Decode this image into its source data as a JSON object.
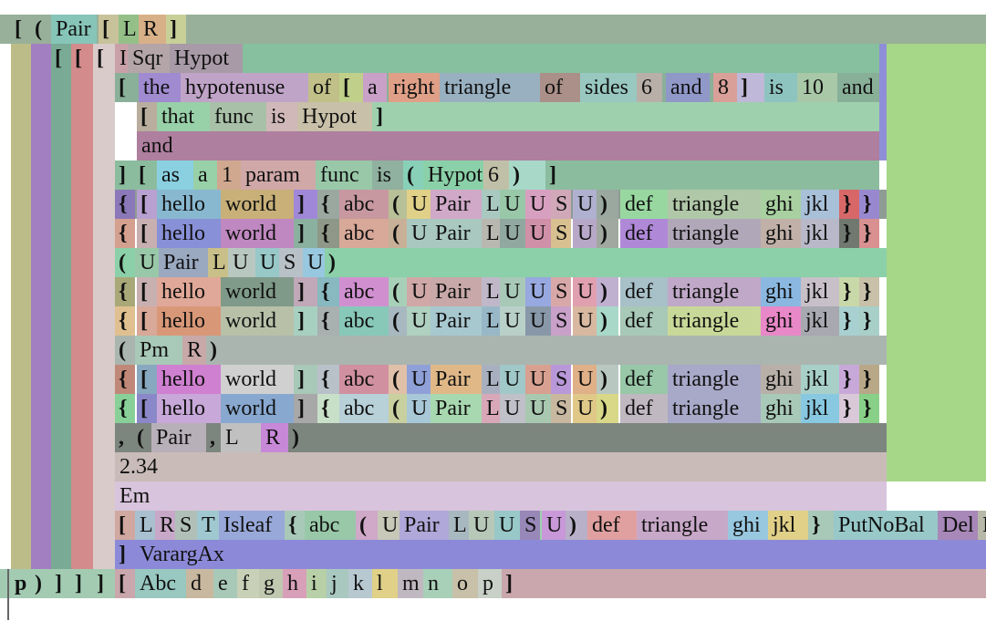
{
  "palette": [
    "#8fbc8f",
    "#c8a4a4",
    "#9fd3a8",
    "#a39ed6",
    "#c6b0a6",
    "#86c5c0",
    "#cfa6cf",
    "#b8cf88",
    "#e0b088",
    "#94b2e0",
    "#d49494",
    "#a9d6b0",
    "#b0b0b0",
    "#98c8e8",
    "#d6c08a",
    "#a8e0c8",
    "#c8c8a0",
    "#9a88c8",
    "#cf9acf",
    "#88b8a0"
  ],
  "blocks": [
    {
      "c": "#98b09a"
    },
    {
      "c": "#bcbc88"
    },
    {
      "c": "#a27fc0"
    },
    {
      "c": "#79aa96"
    },
    {
      "c": "#d48b8b"
    },
    {
      "c": "#d9cbca"
    },
    {
      "c": "#a6d688"
    },
    {
      "c": "#86c09e"
    },
    {
      "c": "#8f8fd8"
    },
    {
      "c": "#8ab09a"
    },
    {
      "c": "#9fd0ae"
    },
    {
      "c": "#b9ae9e"
    },
    {
      "c": "#ae7f9e"
    },
    {
      "c": "#8bbc9e"
    },
    {
      "c": "#8f9c94"
    },
    {
      "c": "#8bd0a8"
    },
    {
      "c": "#abb5b0"
    },
    {
      "c": "#7d857f"
    },
    {
      "c": "#c9bcb8"
    },
    {
      "c": "#d8c4dc"
    },
    {
      "c": "#9ed0ae"
    },
    {
      "c": "#8c8ad8"
    },
    {
      "c": "#a3cbb2"
    },
    {
      "c": "#caa7ad"
    }
  ],
  "tokens": [
    {
      "t": "[",
      "b": 1
    },
    {
      "t": "(",
      "b": 1
    },
    {
      "t": "Pair",
      "c": "#86c5b8"
    },
    {
      "t": "[",
      "b": 1,
      "c": "#c8c29a"
    },
    {
      "t": "L",
      "c": "#94c088"
    },
    {
      "t": "R",
      "c": "#d8b088"
    },
    {
      "t": "]",
      "b": 1,
      "c": "#c8d098"
    },
    {
      "t": "[",
      "b": 1
    },
    {
      "t": "[",
      "b": 1
    },
    {
      "t": "[",
      "b": 1
    },
    {
      "t": "I",
      "c": "#c9a0a8"
    },
    {
      "t": "Sqr",
      "c": "#b4a6a8"
    },
    {
      "t": "Hypot",
      "c": "#a89aa6"
    },
    {
      "t": "[",
      "b": 1
    },
    {
      "t": "the",
      "c": "#a08ad0"
    },
    {
      "t": "hypotenuse",
      "c": "#c0a4c8"
    },
    {
      "t": "of",
      "c": "#c0c088"
    },
    {
      "t": "[",
      "b": 1,
      "c": "#c0d08a"
    },
    {
      "t": "a",
      "c": "#c8a0c8"
    },
    {
      "t": "right",
      "c": "#e0a088"
    },
    {
      "t": "triangle",
      "c": "#98b0c0"
    },
    {
      "t": "of",
      "c": "#aa9088"
    },
    {
      "t": "sides",
      "c": "#98c8c0"
    },
    {
      "t": "6",
      "c": "#b8b0a8"
    },
    {
      "t": "and",
      "c": "#9098c8"
    },
    {
      "t": "8",
      "c": "#d8a098"
    },
    {
      "t": "]",
      "b": 1,
      "c": "#c0b8d8"
    },
    {
      "t": "is",
      "c": "#8ec4c0"
    },
    {
      "t": "10",
      "c": "#a8c8a8"
    },
    {
      "t": "and",
      "c": "#88b098"
    },
    {
      "t": "[",
      "b": 1
    },
    {
      "t": "that",
      "c": "#98d0a8"
    },
    {
      "t": "func",
      "c": "#a8c0a8"
    },
    {
      "t": "is",
      "c": "#d0b8b8"
    },
    {
      "t": "Hypot",
      "c": "#c8c0a8"
    },
    {
      "t": "]",
      "b": 1
    },
    {
      "t": "and"
    },
    {
      "t": "]",
      "b": 1
    },
    {
      "t": "[",
      "b": 1
    },
    {
      "t": "as",
      "c": "#8ad0e0"
    },
    {
      "t": "a",
      "c": "#98d0a8"
    },
    {
      "t": "1",
      "c": "#d0a890"
    },
    {
      "t": "param",
      "c": "#d0a8a8"
    },
    {
      "t": "func",
      "c": "#98c8a8"
    },
    {
      "t": "is",
      "c": "#90b0a0"
    },
    {
      "t": "(",
      "b": 1,
      "c": "#88d0b8"
    },
    {
      "t": "Hypot",
      "c": "#8ad0a8"
    },
    {
      "t": "6",
      "c": "#c0c0a8"
    },
    {
      "t": ")",
      "b": 1,
      "c": "#a8d8c8"
    },
    {
      "t": "]",
      "b": 1
    },
    {
      "t": "{",
      "b": 1,
      "c": "#8a78b8"
    },
    {
      "t": "[",
      "b": 1,
      "c": "#b8a0d0"
    },
    {
      "t": "hello",
      "c": "#88b8d0"
    },
    {
      "t": "world",
      "c": "#c8b078"
    },
    {
      "t": "]",
      "b": 1,
      "c": "#a088d8"
    },
    {
      "t": "{",
      "b": 1,
      "c": "#9aa8a0"
    },
    {
      "t": "abc",
      "c": "#c898a0"
    },
    {
      "t": "(",
      "b": 1,
      "c": "#b8c098"
    },
    {
      "t": "U",
      "c": "#e0d088"
    },
    {
      "t": "Pair",
      "c": "#d0a8c8"
    },
    {
      "t": "L",
      "c": "#a8c8c0"
    },
    {
      "t": "U",
      "c": "#98c8a8"
    },
    {
      "t": "U",
      "c": "#d8a0c0"
    },
    {
      "t": "S",
      "c": "#d0a8b8"
    },
    {
      "t": "U",
      "c": "#b0b0d0"
    },
    {
      "t": ")",
      "b": 1,
      "c": "#9aa8a0"
    },
    {
      "t": "def",
      "c": "#98d8a0"
    },
    {
      "t": "triangle",
      "c": "#b0c8a8"
    },
    {
      "t": "ghi",
      "c": "#a8d0a0"
    },
    {
      "t": "jkl",
      "c": "#a8c0d8"
    },
    {
      "t": "}",
      "b": 1,
      "c": "#d86868"
    },
    {
      "t": "}",
      "b": 1,
      "c": "#9888d0"
    },
    {
      "t": "{",
      "b": 1,
      "c": "#d4a090"
    },
    {
      "t": "[",
      "b": 1,
      "c": "#c8b0b0"
    },
    {
      "t": "hello",
      "c": "#8890d8"
    },
    {
      "t": "world",
      "c": "#c088c0"
    },
    {
      "t": "]",
      "b": 1,
      "c": "#8ab0a0"
    },
    {
      "t": "{",
      "b": 1,
      "c": "#8f9888"
    },
    {
      "t": "abc",
      "c": "#d8a898"
    },
    {
      "t": "(",
      "b": 1,
      "c": "#c8b098"
    },
    {
      "t": "U",
      "c": "#a8c8c0"
    },
    {
      "t": "Pair",
      "c": "#a8c8c0"
    },
    {
      "t": "L",
      "c": "#b8b8b0"
    },
    {
      "t": "U",
      "c": "#90a8a0"
    },
    {
      "t": "U",
      "c": "#d090a8"
    },
    {
      "t": "S",
      "c": "#d8c090"
    },
    {
      "t": "U",
      "c": "#b8a8c8"
    },
    {
      "t": ")",
      "b": 1,
      "c": "#a0a8a0"
    },
    {
      "t": "def",
      "c": "#b088d8"
    },
    {
      "t": "triangle",
      "c": "#b0a8b8"
    },
    {
      "t": "ghi",
      "c": "#c0b0a8"
    },
    {
      "t": "jkl",
      "c": "#b8b8c8"
    },
    {
      "t": "}",
      "b": 1,
      "c": "#707870"
    },
    {
      "t": "}",
      "b": 1,
      "c": "#d89090"
    },
    {
      "t": "(",
      "b": 1
    },
    {
      "t": "U",
      "c": "#98c8a8"
    },
    {
      "t": "Pair",
      "c": "#9aa8c0"
    },
    {
      "t": "L",
      "c": "#c8c088"
    },
    {
      "t": "U",
      "c": "#b8c8c0"
    },
    {
      "t": "U",
      "c": "#98c8c8"
    },
    {
      "t": "S",
      "c": "#b8c0c8"
    },
    {
      "t": "U",
      "c": "#98c8e0"
    },
    {
      "t": ")",
      "b": 1
    },
    {
      "t": "{",
      "b": 1,
      "c": "#a8a878"
    },
    {
      "t": "[",
      "b": 1,
      "c": "#c8b0b0"
    },
    {
      "t": "hello",
      "c": "#e0a898"
    },
    {
      "t": "world",
      "c": "#7f9a88"
    },
    {
      "t": "]",
      "b": 1,
      "c": "#c0a8b8"
    },
    {
      "t": "{",
      "b": 1,
      "c": "#88b8c0"
    },
    {
      "t": "abc",
      "c": "#d090d0"
    },
    {
      "t": "(",
      "b": 1,
      "c": "#a8d0b8"
    },
    {
      "t": "U",
      "c": "#d0a8a8"
    },
    {
      "t": "Pair",
      "c": "#c8a8a8"
    },
    {
      "t": "L",
      "c": "#c0b8c8"
    },
    {
      "t": "U",
      "c": "#a8c8b8"
    },
    {
      "t": "U",
      "c": "#98a8e0"
    },
    {
      "t": "S",
      "c": "#d8a8a8"
    },
    {
      "t": "U",
      "c": "#e0a0b0"
    },
    {
      "t": ")",
      "b": 1,
      "c": "#c0b0d0"
    },
    {
      "t": "def",
      "c": "#a8c0c8"
    },
    {
      "t": "triangle",
      "c": "#c0a8c8"
    },
    {
      "t": "ghi",
      "c": "#8ab8e0"
    },
    {
      "t": "jkl",
      "c": "#c8c0c8"
    },
    {
      "t": "}",
      "b": 1,
      "c": "#c8d8a8"
    },
    {
      "t": "}",
      "b": 1,
      "c": "#c8c0a8"
    },
    {
      "t": "{",
      "b": 1,
      "c": "#e0c090"
    },
    {
      "t": "[",
      "b": 1,
      "c": "#d8a898"
    },
    {
      "t": "hello",
      "c": "#d89878"
    },
    {
      "t": "world",
      "c": "#b8c0a8"
    },
    {
      "t": "]",
      "b": 1,
      "c": "#a8d0c0"
    },
    {
      "t": "{",
      "b": 1,
      "c": "#a8b0b0"
    },
    {
      "t": "abc",
      "c": "#88c8b8"
    },
    {
      "t": "(",
      "b": 1,
      "c": "#a8b8c0"
    },
    {
      "t": "U",
      "c": "#b0d0c0"
    },
    {
      "t": "Pair",
      "c": "#a8c8d0"
    },
    {
      "t": "L",
      "c": "#98b8c8"
    },
    {
      "t": "U",
      "c": "#b8d0c8"
    },
    {
      "t": "U",
      "c": "#8898a8"
    },
    {
      "t": "S",
      "c": "#c8a0c8"
    },
    {
      "t": "U",
      "c": "#d8b8a0"
    },
    {
      "t": ")",
      "b": 1,
      "c": "#a8d8c8"
    },
    {
      "t": "def",
      "c": "#a8c8b8"
    },
    {
      "t": "triangle",
      "c": "#c8d898"
    },
    {
      "t": "ghi",
      "c": "#e888c8"
    },
    {
      "t": "jkl",
      "c": "#a8a8b0"
    },
    {
      "t": "}",
      "b": 1,
      "c": "#a8d0d0"
    },
    {
      "t": "}",
      "b": 1,
      "c": "#a8d0c8"
    },
    {
      "t": "(",
      "b": 1
    },
    {
      "t": "Pm",
      "c": "#a8c8b8"
    },
    {
      "t": "R",
      "c": "#c8a8a8"
    },
    {
      "t": ")",
      "b": 1
    },
    {
      "t": "{",
      "b": 1,
      "c": "#c08878"
    },
    {
      "t": "[",
      "b": 1,
      "c": "#88a8c0"
    },
    {
      "t": "hello",
      "c": "#d080d0"
    },
    {
      "t": "world",
      "c": "#d0d0d0"
    },
    {
      "t": "]",
      "b": 1,
      "c": "#a8c8b8"
    },
    {
      "t": "{",
      "b": 1,
      "c": "#b8c0c8"
    },
    {
      "t": "abc",
      "c": "#d090a0"
    },
    {
      "t": "(",
      "b": 1,
      "c": "#e0c0a8"
    },
    {
      "t": "U",
      "c": "#8fa0d8"
    },
    {
      "t": "Pair",
      "c": "#e0b888"
    },
    {
      "t": "L",
      "c": "#a8b0c0"
    },
    {
      "t": "U",
      "c": "#a0c8c8"
    },
    {
      "t": "U",
      "c": "#d8a090"
    },
    {
      "t": "S",
      "c": "#b898d8"
    },
    {
      "t": "U",
      "c": "#e0b088"
    },
    {
      "t": ")",
      "b": 1,
      "c": "#b8c8c0"
    },
    {
      "t": "def",
      "c": "#98c8a8"
    },
    {
      "t": "triangle",
      "c": "#a8a8c8"
    },
    {
      "t": "ghi",
      "c": "#b8b0a8"
    },
    {
      "t": "jkl",
      "c": "#a8d0c8"
    },
    {
      "t": "}",
      "b": 1,
      "c": "#c8a8d8"
    },
    {
      "t": "}",
      "b": 1,
      "c": "#b8a888"
    },
    {
      "t": "{",
      "b": 1,
      "c": "#88d098"
    },
    {
      "t": "[",
      "b": 1,
      "c": "#8a88c8"
    },
    {
      "t": "hello",
      "c": "#c8a8d8"
    },
    {
      "t": "world",
      "c": "#88a8d0"
    },
    {
      "t": "]",
      "b": 1,
      "c": "#a8a8a8"
    },
    {
      "t": "{",
      "b": 1,
      "c": "#c8e0c8"
    },
    {
      "t": "abc",
      "c": "#b8d0d8"
    },
    {
      "t": "(",
      "b": 1,
      "c": "#c8d0a0"
    },
    {
      "t": "U",
      "c": "#a8c8d8"
    },
    {
      "t": "Pair",
      "c": "#a8d8b0"
    },
    {
      "t": "L",
      "c": "#d8a8b8"
    },
    {
      "t": "U",
      "c": "#c0c0c8"
    },
    {
      "t": "U",
      "c": "#a8c8b0"
    },
    {
      "t": "S",
      "c": "#c8b8a0"
    },
    {
      "t": "U",
      "c": "#e0c888"
    },
    {
      "t": ")",
      "b": 1,
      "c": "#d8d888"
    },
    {
      "t": "def",
      "c": "#c0b8c0"
    },
    {
      "t": "triangle",
      "c": "#a8a8c8"
    },
    {
      "t": "ghi",
      "c": "#a8c8b8"
    },
    {
      "t": "jkl",
      "c": "#88c8e0"
    },
    {
      "t": "}",
      "b": 1,
      "c": "#d8c8d8"
    },
    {
      "t": "}",
      "b": 1,
      "c": "#88d088"
    },
    {
      "t": ",",
      "b": 1
    },
    {
      "t": "(",
      "b": 1
    },
    {
      "t": "Pair",
      "c": "#b8b0b8"
    },
    {
      "t": ",",
      "b": 1
    },
    {
      "t": "L",
      "c": "#c0c0c0"
    },
    {
      "t": "R",
      "c": "#c888d8"
    },
    {
      "t": ")",
      "b": 1
    },
    {
      "t": "2.34"
    },
    {
      "t": "Em"
    },
    {
      "t": "[",
      "b": 1,
      "c": "#d0a8a0"
    },
    {
      "t": "L",
      "c": "#a8c0d0"
    },
    {
      "t": "R",
      "c": "#c8a8c8"
    },
    {
      "t": "S",
      "c": "#b0c0b8"
    },
    {
      "t": "T",
      "c": "#a0c8d0"
    },
    {
      "t": "Isleaf",
      "c": "#98a8d8"
    },
    {
      "t": "{",
      "b": 1,
      "c": "#a8c8b8"
    },
    {
      "t": "abc",
      "c": "#98c8a8"
    },
    {
      "t": "(",
      "b": 1,
      "c": "#d0a8c8"
    },
    {
      "t": "U",
      "c": "#c8c8b8"
    },
    {
      "t": "Pair",
      "c": "#b0a8d8"
    },
    {
      "t": "L",
      "c": "#a8b8c0"
    },
    {
      "t": "U",
      "c": "#b8c8b8"
    },
    {
      "t": "U",
      "c": "#98c8c8"
    },
    {
      "t": "S",
      "c": "#9888b8"
    },
    {
      "t": "U",
      "c": "#c898d8"
    },
    {
      "t": ")",
      "b": 1,
      "c": "#b8b0c8"
    },
    {
      "t": "def",
      "c": "#e0a0a0"
    },
    {
      "t": "triangle",
      "c": "#c8a8c8"
    },
    {
      "t": "ghi",
      "c": "#98c8e0"
    },
    {
      "t": "jkl",
      "c": "#e0d088"
    },
    {
      "t": "}",
      "b": 1,
      "c": "#a8c8b8"
    },
    {
      "t": "PutNoBal",
      "c": "#98c8c8"
    },
    {
      "t": "Del",
      "c": "#a888b8"
    },
    {
      "t": "I",
      "c": "#b8b8a8"
    },
    {
      "t": "]",
      "b": 1
    },
    {
      "t": "VarargAx"
    },
    {
      "t": "p",
      "b": 1
    },
    {
      "t": ")",
      "b": 1
    },
    {
      "t": "]",
      "b": 1
    },
    {
      "t": "]",
      "b": 1
    },
    {
      "t": "]",
      "b": 1
    },
    {
      "t": "[",
      "b": 1
    },
    {
      "t": "Abc",
      "c": "#98c8c0"
    },
    {
      "t": "d",
      "c": "#c8b8a0"
    },
    {
      "t": "e",
      "c": "#a8c8b8"
    },
    {
      "t": "f",
      "c": "#c8d0b8"
    },
    {
      "t": "g",
      "c": "#c0c8b0"
    },
    {
      "t": "h",
      "c": "#d8a0b8"
    },
    {
      "t": "i",
      "c": "#b8d0a8"
    },
    {
      "t": "j",
      "c": "#a8c8c0"
    },
    {
      "t": "k",
      "c": "#b8c8d0"
    },
    {
      "t": "l",
      "c": "#e0d088"
    },
    {
      "t": "m",
      "c": "#c0b8c0"
    },
    {
      "t": "n",
      "c": "#a8d0b8"
    },
    {
      "t": "o",
      "c": "#c8c0a8"
    },
    {
      "t": "p",
      "c": "#c8d0c8"
    },
    {
      "t": "]",
      "b": 1
    }
  ]
}
